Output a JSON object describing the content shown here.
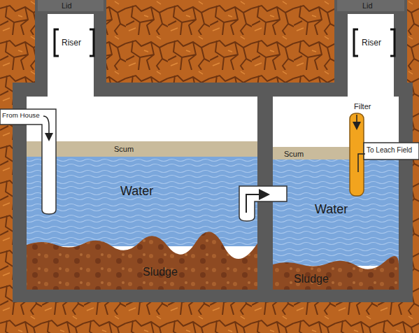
{
  "diagram": {
    "labels": [
      "Lid",
      "Lid",
      "Riser",
      "Riser",
      "From House",
      "Filter",
      "Scum",
      "To Leach Field",
      "Scum",
      "Water",
      "Water",
      "Sludge",
      "Sludge"
    ]
  }
}
